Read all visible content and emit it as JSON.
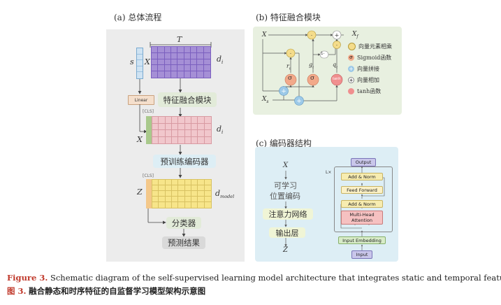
{
  "panel_a": {
    "title": "(a) 总体流程",
    "T": "T",
    "s": "s",
    "X_top": "X",
    "d_i_top": "d",
    "d_i_sub": "i",
    "linear": "Linear",
    "fusion_module": "特征融合模块",
    "cls_1": "[CLS]",
    "X_mid": "X",
    "d_i_mid": "d",
    "d_i_mid_sub": "i",
    "pretrained_encoder": "预训练编码器",
    "cls_2": "[CLS]",
    "Z": "Z",
    "d_model": "d",
    "d_model_sub": "model",
    "classifier": "分类器",
    "prediction": "预测结果"
  },
  "panel_b": {
    "title": "(b) 特征融合模块",
    "x_label": "X",
    "xs_label": "X",
    "xs_sub": "s",
    "xf_label": "X",
    "xf_sub": "f",
    "r": "r",
    "r_sub": "t",
    "g": "g",
    "g_sub": "t",
    "q": "q",
    "q_sub": "t",
    "sigma": "σ",
    "tanh": "tanh",
    "one": "1-",
    "legend": [
      {
        "symbol": "⊙",
        "text": "向量元素相乘",
        "color": "#f4dc8a"
      },
      {
        "symbol": "σ",
        "text": "Sigmoid函数",
        "color": "#f2a98a"
      },
      {
        "symbol": "+",
        "text": "向量拼接",
        "color": "#9cc9e8"
      },
      {
        "symbol": "+",
        "text": "向量相加",
        "color": "#ffffff"
      },
      {
        "symbol": "tanh",
        "text": "tanh函数",
        "color": "#f08f8f"
      }
    ]
  },
  "panel_c": {
    "title": "(c) 编码器结构",
    "X": "X",
    "pos_enc_1": "可学习",
    "pos_enc_2": "位置编码",
    "attn_net": "注意力网络",
    "out_layer": "输出层",
    "Z": "Z",
    "L": "L×",
    "output": "Output",
    "add_norm_1": "Add & Norm",
    "ffn": "Feed Forward",
    "add_norm_2": "Add & Norm",
    "mha_1": "Multi-Head",
    "mha_2": "Attention",
    "input_emb": "Input Embedding",
    "input": "Input"
  },
  "caption": {
    "en_bold": "Figure 3.",
    "en_text": "Schematic diagram of the self-supervised learning model architecture that integrates static and temporal features",
    "zh_bold": "图 3.",
    "zh_text": "融合静态和时序特征的自监督学习模型架构示意图"
  },
  "colors": {
    "panel_bg": "#ececec",
    "panel_b_bg": "#e8f0e0",
    "panel_c_bg": "#ddeef5",
    "purple": "#a58fd6",
    "pink": "#f1c7cc",
    "yellow": "#f7e58a",
    "pill": "#e2ebd9",
    "caption_red": "#c0392b"
  }
}
